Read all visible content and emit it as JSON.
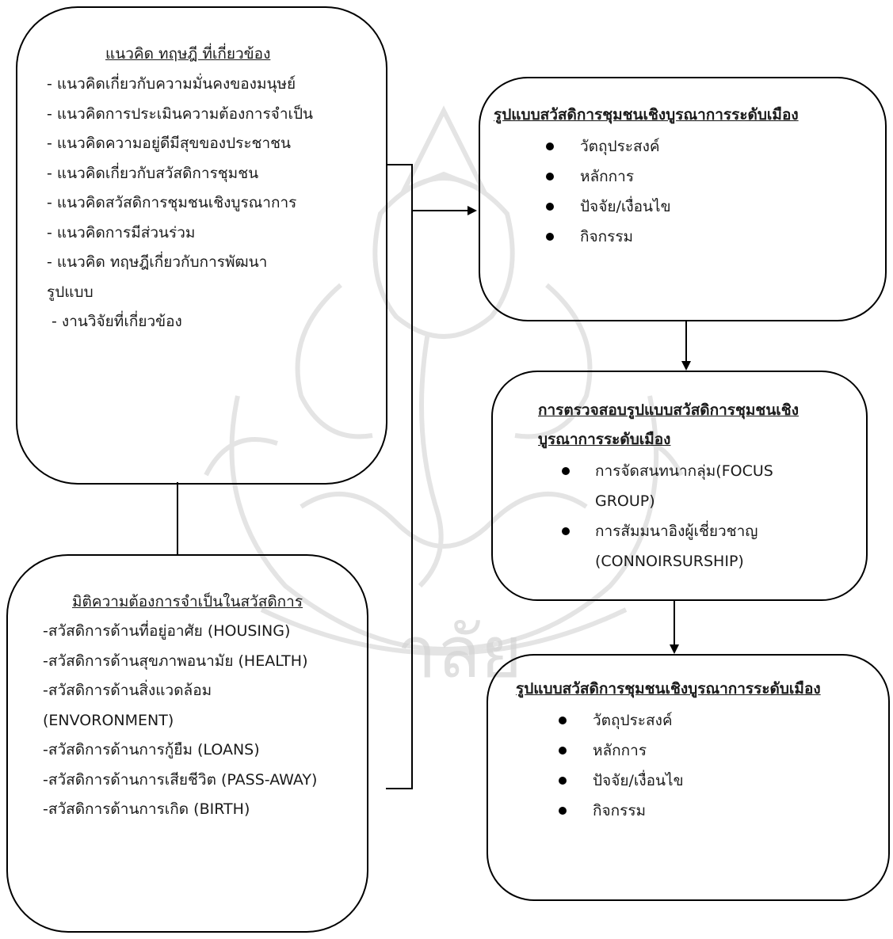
{
  "theory_box": {
    "title": "แนวคิด ทฤษฎี ที่เกี่ยวข้อง",
    "items": [
      "- แนวคิดเกี่ยวกับความมั่นคงของมนุษย์",
      "- แนวคิดการประเมินความต้องการจำเป็น",
      "- แนวคิดความอยู่ดีมีสุขของประชาชน",
      "- แนวคิดเกี่ยวกับสวัสดิการชุมชน",
      "- แนวคิดสวัสดิการชุมชนเชิงบูรณาการ",
      "- แนวคิดการมีส่วนร่วม",
      "- แนวคิด ทฤษฎีเกี่ยวกับการพัฒนา",
      "รูปแบบ",
      " - งานวิจัยที่เกี่ยวข้อง"
    ]
  },
  "needs_box": {
    "title": "มิติความต้องการจำเป็นในสวัสดิการ",
    "items": [
      "-สวัสดิการด้านที่อยู่อาศัย (HOUSING)",
      "-สวัสดิการด้านสุขภาพอนามัย (HEALTH)",
      "-สวัสดิการด้านสิ่งแวดล้อม",
      "(ENVORONMENT)",
      "-สวัสดิการด้านการกู้ยืม (LOANS)",
      "-สวัสดิการด้านการเสียชีวิต (PASS-AWAY)",
      "-สวัสดิการด้านการเกิด (BIRTH)"
    ]
  },
  "model_box": {
    "title": "รูปแบบสวัสดิการชุมชนเชิงบูรณาการระดับเมือง",
    "items": [
      "วัตถุประสงค์",
      "หลักการ",
      "ปัจจัย/เงื่อนไข",
      "กิจกรรม"
    ]
  },
  "verify_box": {
    "title_line1": "การตรวจสอบรูปแบบสวัสดิการชุมชนเชิง",
    "title_line2": "บูรณาการระดับเมือง",
    "items": [
      {
        "line1": "การจัดสนทนากลุ่ม(FOCUS",
        "line2": "GROUP)"
      },
      {
        "line1": "การสัมมนาอิงผู้เชี่ยวชาญ",
        "line2": "(CONNOIRSURSHIP)"
      }
    ]
  },
  "final_box": {
    "title": "รูปแบบสวัสดิการชุมชนเชิงบูรณาการระดับเมือง",
    "items": [
      "วัตถุประสงค์",
      "หลักการ",
      "ปัจจัย/เงื่อนไข",
      "กิจกรรม"
    ]
  },
  "watermark_text": "าลัย",
  "colors": {
    "line": "#000000",
    "watermark": "#c8c8c8"
  }
}
